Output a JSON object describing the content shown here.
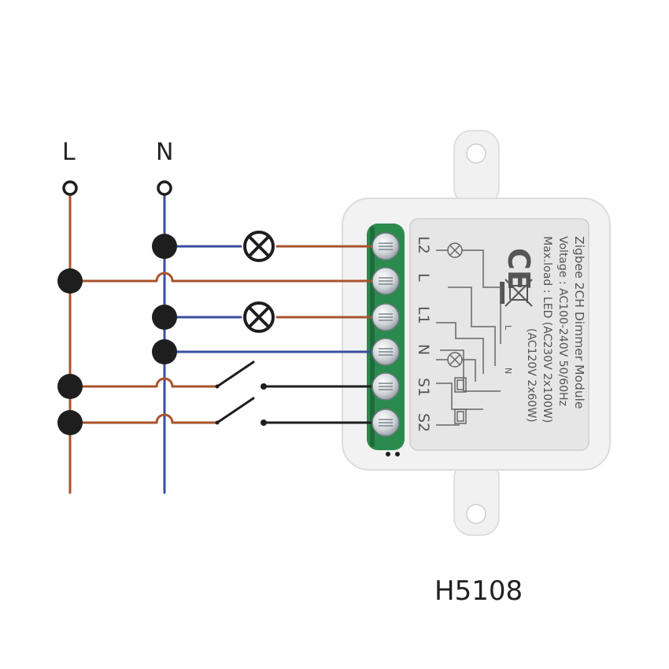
{
  "rails": {
    "line_label": "L",
    "neutral_label": "N"
  },
  "module": {
    "model": "H5108",
    "label": {
      "title": "Zigbee 2CH Dimmer Module",
      "voltage": "Voltage : AC100-240V 50/60Hz",
      "max_load": "Max.load : LED  (AC230V 2x100W)",
      "max_load_alt": "(AC120V 2x60W)",
      "ce_mark": "CE",
      "schematic_l": "L",
      "schematic_n": "N"
    },
    "terminals": [
      "L2",
      "L",
      "L1",
      "N",
      "S1",
      "S2"
    ]
  },
  "colors": {
    "live_wire": "#a9532c",
    "neutral_wire": "#3a4e9e",
    "switch_wire": "#1e1e1e",
    "terminal_block": "#2b8a4d",
    "module_body": "#f2f2f2",
    "label_panel": "#e6e6e6"
  },
  "icons": {
    "lamp": "lamp-cross-icon",
    "switch": "switch-icon",
    "junction": "junction-dot-icon"
  }
}
